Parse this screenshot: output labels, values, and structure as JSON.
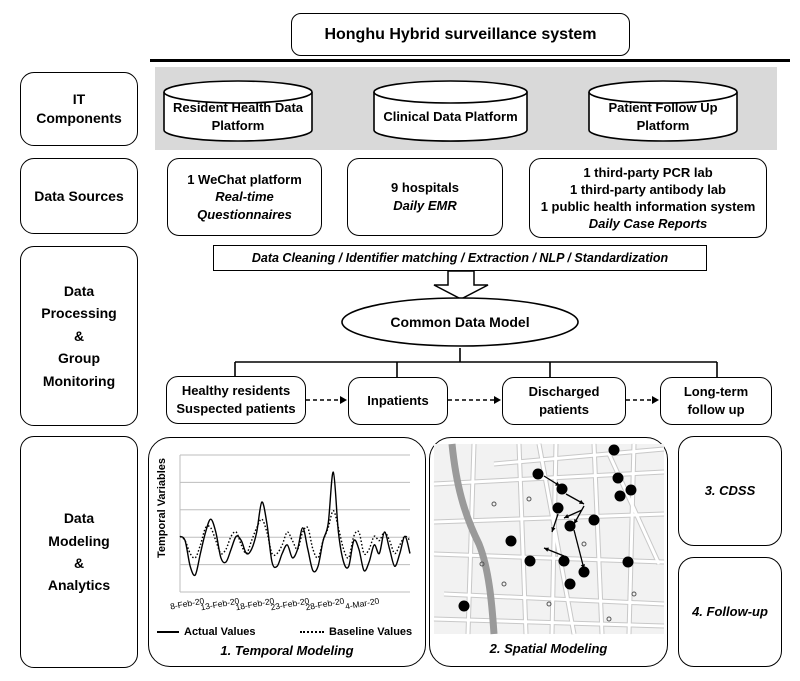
{
  "title": "Honghu Hybrid surveillance system",
  "row_labels": {
    "it": [
      "IT",
      "Components"
    ],
    "sources": [
      "Data Sources"
    ],
    "processing": [
      "Data",
      "Processing",
      "&",
      "Group",
      "Monitoring"
    ],
    "modeling": [
      "Data",
      "Modeling",
      "&",
      "Analytics"
    ]
  },
  "platforms": [
    [
      "Resident Health Data",
      "Platform"
    ],
    [
      "Clinical Data Platform"
    ],
    [
      "Patient Follow Up",
      "Platform"
    ]
  ],
  "sources": {
    "wechat": {
      "line": "1 WeChat platform",
      "italic": [
        "Real-time",
        "Questionnaires"
      ]
    },
    "hospitals": {
      "line": "9 hospitals",
      "italic": [
        "Daily EMR"
      ]
    },
    "labs": {
      "lines": [
        "1 third-party PCR lab",
        "1 third-party antibody lab",
        "1 public health information system"
      ],
      "italic": [
        "Daily Case Reports"
      ]
    }
  },
  "processing_banner": "Data Cleaning / Identifier matching / Extraction / NLP / Standardization",
  "common_model": "Common Data Model",
  "groups": [
    [
      "Healthy residents",
      "Suspected patients"
    ],
    [
      "Inpatients"
    ],
    [
      "Discharged",
      "patients"
    ],
    [
      "Long-term",
      "follow up"
    ]
  ],
  "panels": {
    "temporal": "1. Temporal Modeling",
    "spatial": "2. Spatial Modeling",
    "cdss": "3. CDSS",
    "followup": "4. Follow-up"
  },
  "chart_data": {
    "type": "line",
    "ylabel": "Temporal Variables",
    "xlabel": "",
    "x_tick_labels": [
      "8-Feb-20",
      "13-Feb-20",
      "18-Feb-20",
      "23-Feb-20",
      "28-Feb-20",
      "4-Mar-20"
    ],
    "legend": [
      "Actual Values",
      "Baseline Values"
    ],
    "grid": true,
    "series": [
      {
        "name": "Actual Values",
        "style": "solid",
        "values": [
          0.1,
          0.0,
          -0.6,
          -0.8,
          -0.3,
          0.2,
          0.5,
          0.2,
          -0.4,
          -0.5,
          -0.2,
          0.1,
          0.0,
          -0.3,
          -0.2,
          0.2,
          0.9,
          0.4,
          -0.5,
          -0.6,
          -0.3,
          -0.1,
          -0.4,
          -0.2,
          0.3,
          -0.2,
          -0.7,
          -0.6,
          0.0,
          0.4,
          1.6,
          0.2,
          -0.5,
          -0.6,
          0.0,
          -0.2,
          -0.7,
          -0.5,
          -0.1,
          -0.3,
          0.2,
          -0.2,
          -0.6,
          -0.3,
          0.1,
          -0.3
        ]
      },
      {
        "name": "Baseline Values",
        "style": "dotted",
        "values": [
          0.1,
          0.0,
          -0.3,
          -0.4,
          -0.1,
          0.3,
          0.3,
          0.0,
          -0.3,
          -0.2,
          0.1,
          0.2,
          -0.1,
          -0.3,
          0.0,
          0.3,
          0.5,
          0.2,
          -0.3,
          -0.3,
          -0.1,
          0.2,
          0.0,
          -0.2,
          0.2,
          0.3,
          -0.2,
          -0.4,
          0.0,
          0.3,
          0.7,
          0.3,
          -0.2,
          -0.4,
          0.1,
          0.2,
          -0.3,
          -0.2,
          0.1,
          0.0,
          0.2,
          0.0,
          -0.3,
          -0.1,
          0.1,
          0.0
        ]
      }
    ]
  }
}
